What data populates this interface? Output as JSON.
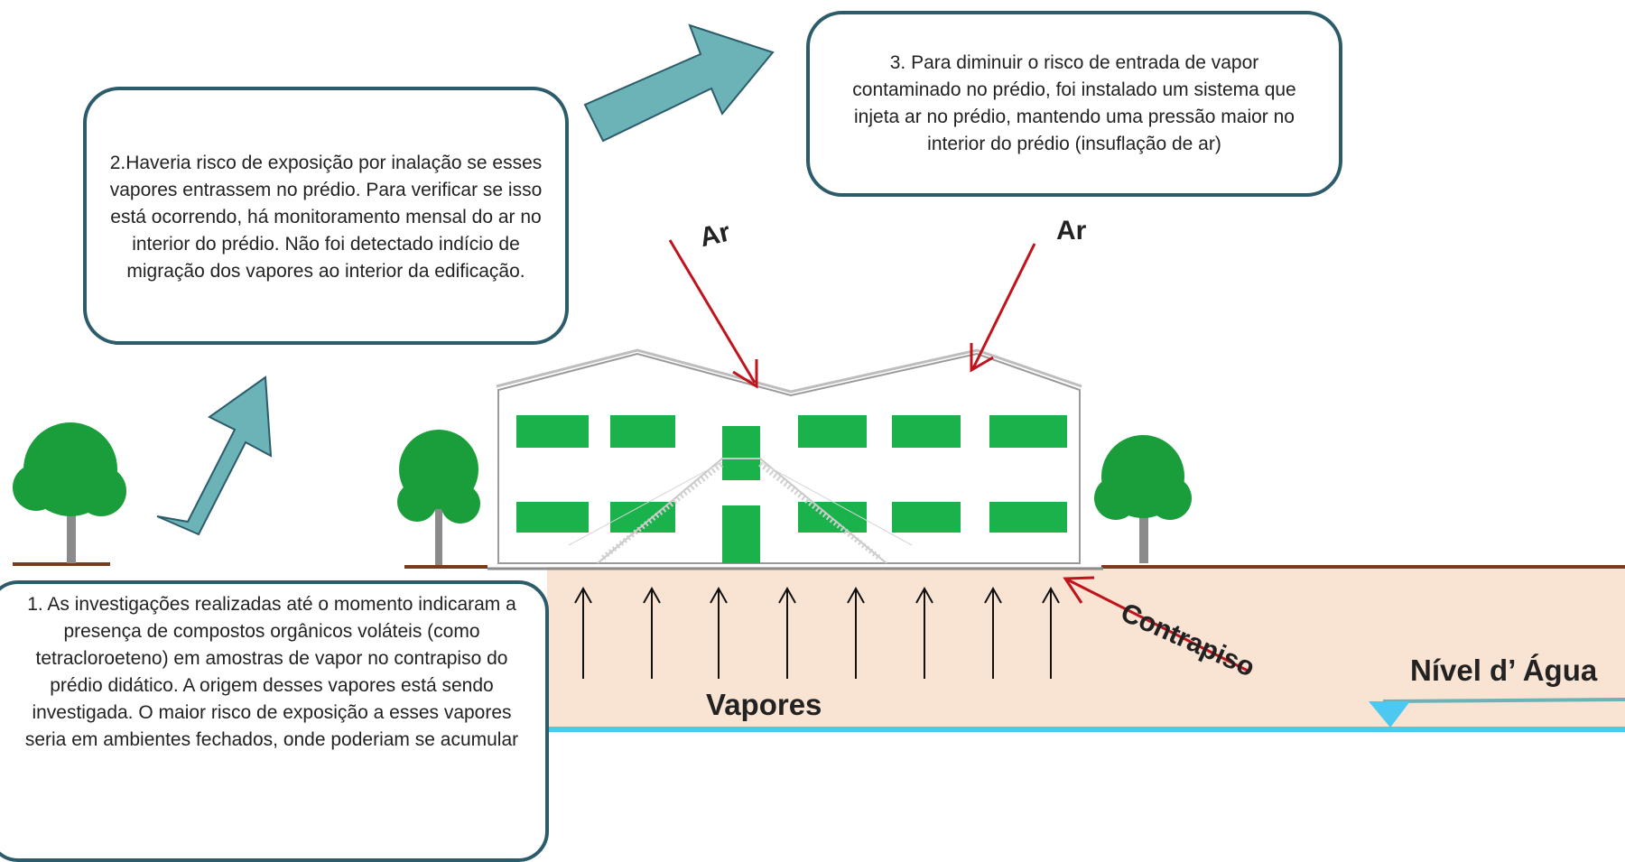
{
  "notes": {
    "note1": "1. As investigações realizadas até o momento indicaram a presença de compostos orgânicos voláteis (como tetracloroeteno) em amostras de vapor no contrapiso do prédio didático. A origem desses vapores está sendo investigada. O maior risco de exposição a esses vapores seria em ambientes fechados, onde poderiam se acumular",
    "note2": "2.Haveria risco de exposição por inalação se esses vapores entrassem no prédio. Para verificar se isso está ocorrendo, há monitoramento mensal do ar no interior do prédio. Não foi detectado indício de migração dos vapores ao interior da edificação.",
    "note3": "3. Para diminuir o risco de entrada de vapor contaminado no prédio, foi instalado um sistema que injeta ar no prédio, mantendo uma pressão maior no interior do prédio (insuflação de ar)"
  },
  "labels": {
    "ar_left": "Ar",
    "ar_right": "Ar",
    "vapores": "Vapores",
    "contrapiso": "Contrapiso",
    "nivel_agua": "Nível d’ Água"
  },
  "colors": {
    "soil": "#f9e3d2",
    "ground_line": "#7a3b1d",
    "water_line": "#4dc8f0",
    "window_green": "#19b24b",
    "teal_arrow": "#6bb3b6",
    "box_border": "#2c5c6a",
    "red_arrow": "#c0141c",
    "tree_green": "#1a9e3c"
  },
  "icons": {
    "building": "building-illustration",
    "trees": "tree-icon",
    "flow_arrows": "arrow-icon"
  }
}
